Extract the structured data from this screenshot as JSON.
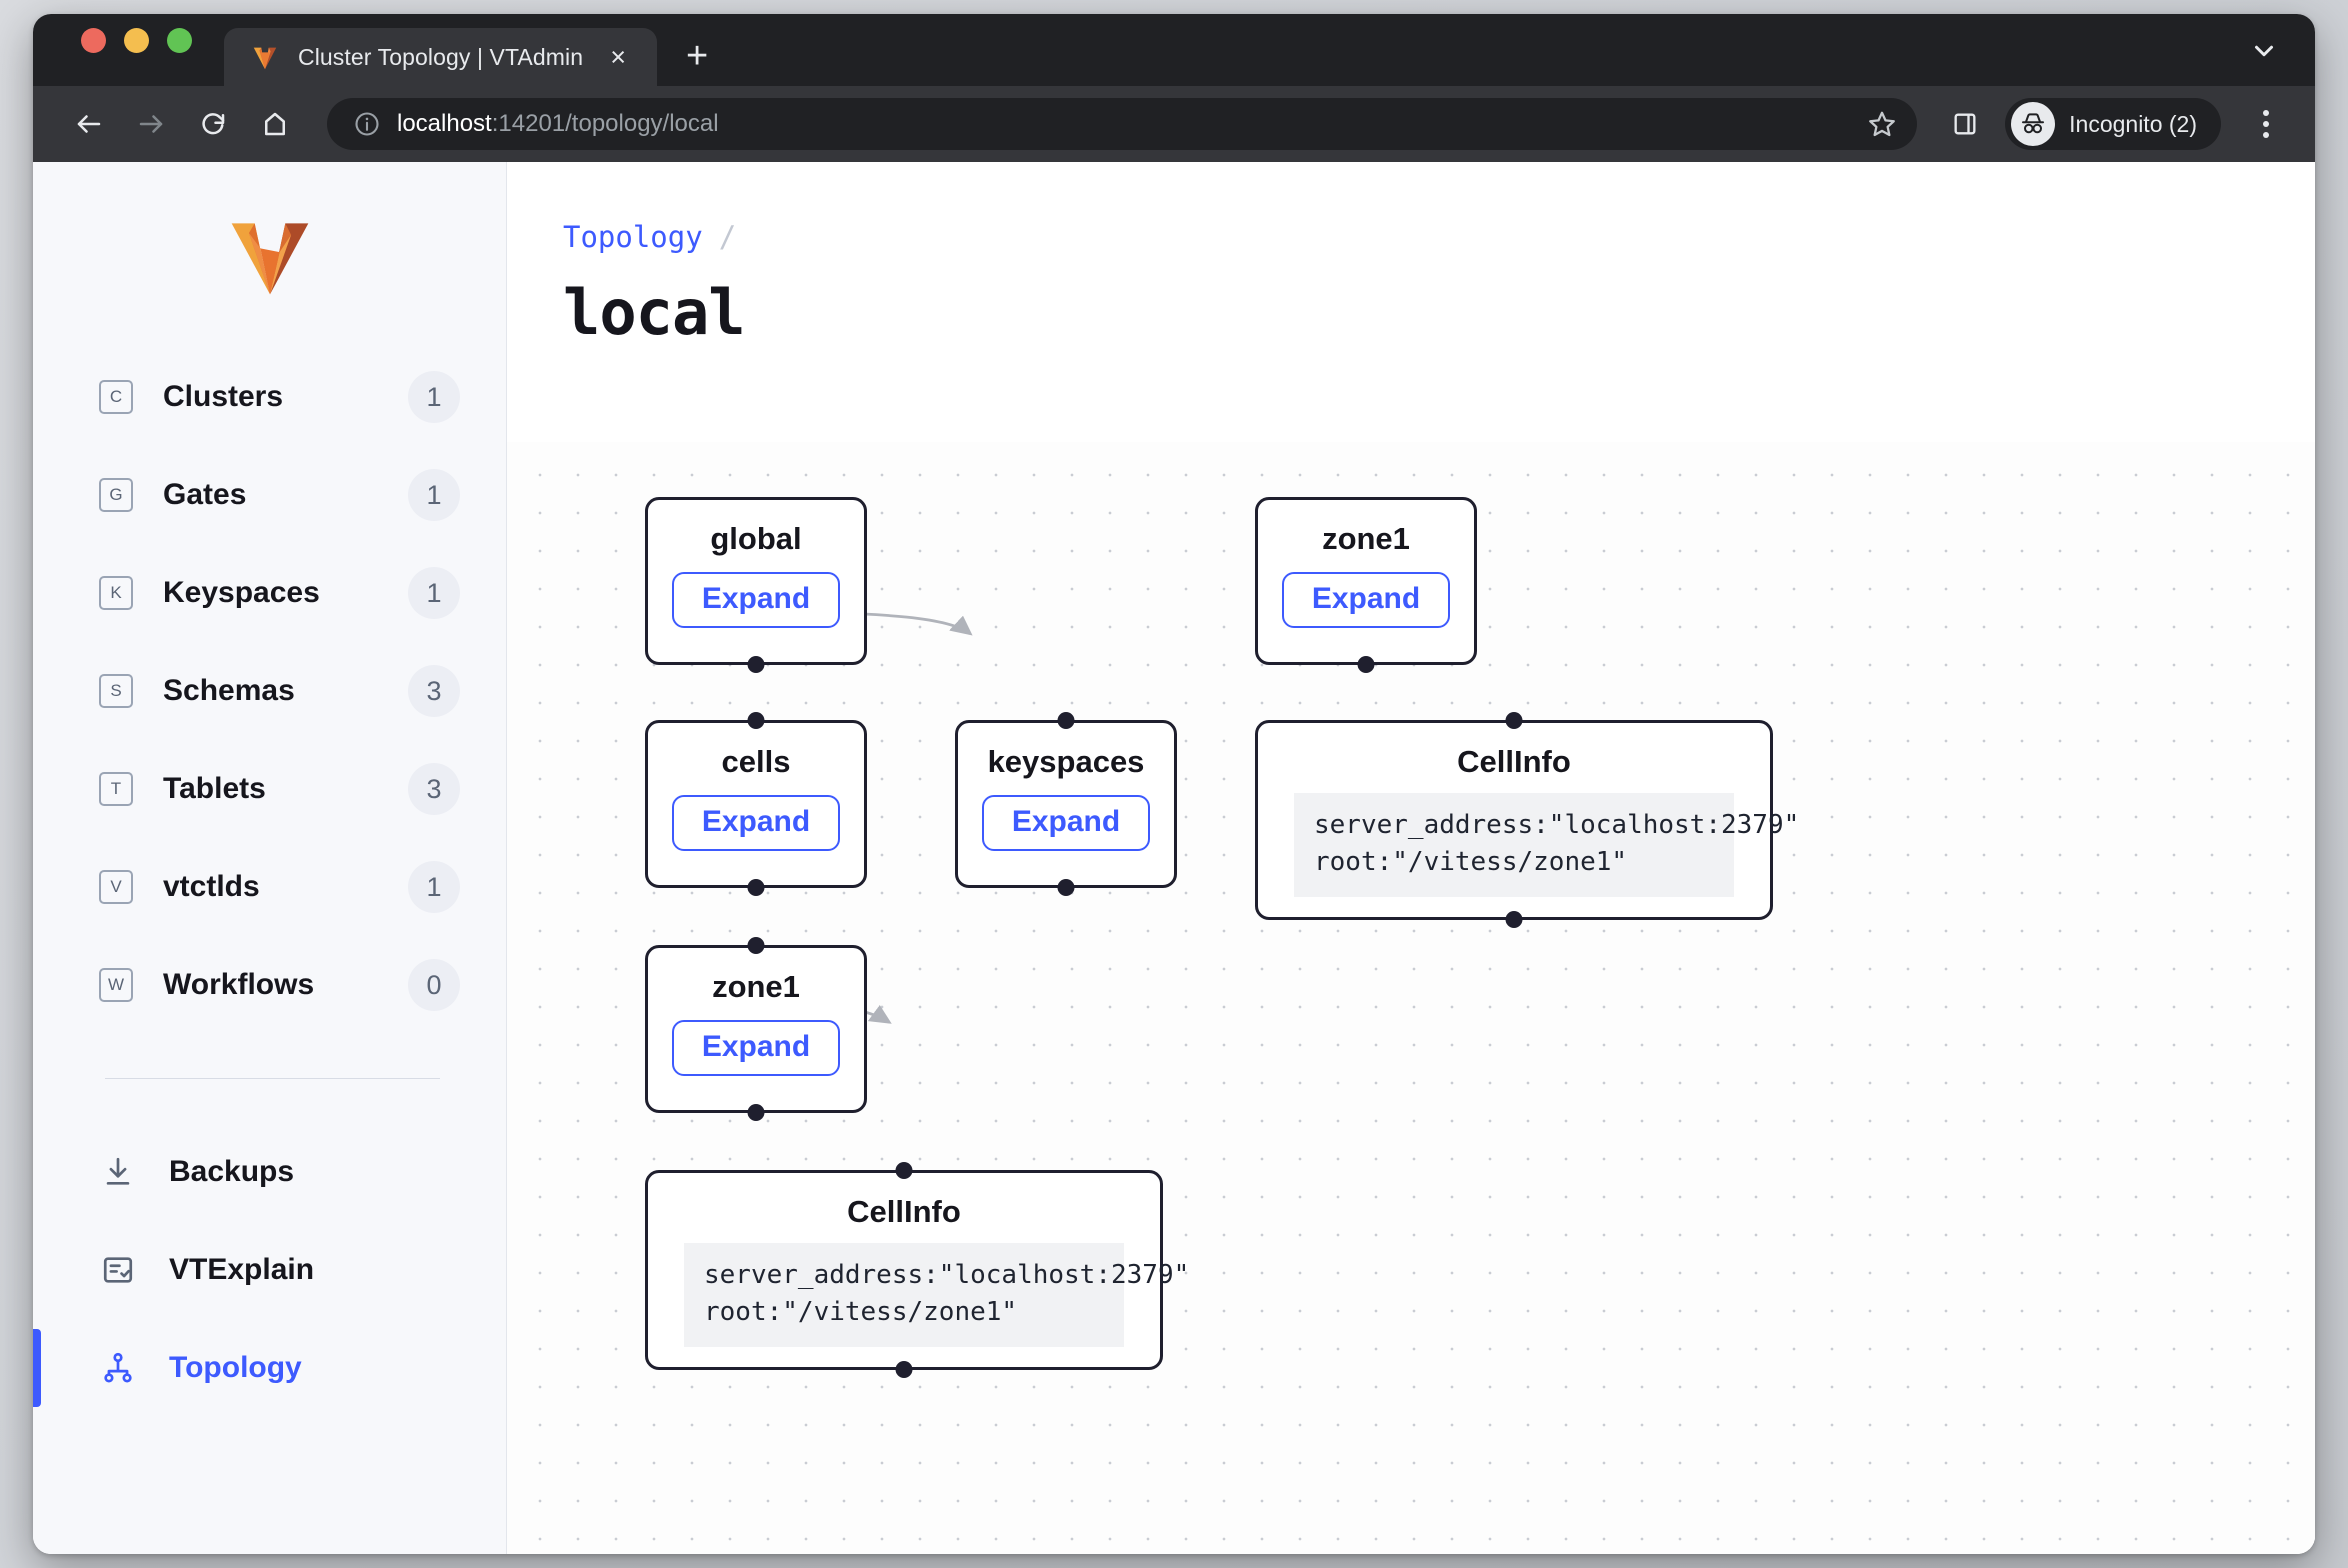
{
  "browser": {
    "tab": {
      "title": "Cluster Topology | VTAdmin",
      "favicon": "vitess-v-icon",
      "close": "×"
    },
    "new_tab": "+",
    "tab_list_icon": "chevron-down-icon",
    "nav": {
      "back": "←",
      "forward": "→",
      "reload": "⟳",
      "home": "⌂"
    },
    "omnibox": {
      "info_icon": "site-info-icon",
      "url_host": "localhost",
      "url_rest": ":14201/topology/local",
      "star_icon": "bookmark-star-icon"
    },
    "side_panel_icon": "side-panel-icon",
    "profile": {
      "icon": "incognito-icon",
      "label": "Incognito (2)"
    },
    "menu_icon": "three-dot-menu-icon"
  },
  "sidebar": {
    "logo": "vitess-logo",
    "items": [
      {
        "badge": "C",
        "label": "Clusters",
        "count": "1"
      },
      {
        "badge": "G",
        "label": "Gates",
        "count": "1"
      },
      {
        "badge": "K",
        "label": "Keyspaces",
        "count": "1"
      },
      {
        "badge": "S",
        "label": "Schemas",
        "count": "3"
      },
      {
        "badge": "T",
        "label": "Tablets",
        "count": "3"
      },
      {
        "badge": "V",
        "label": "vtctlds",
        "count": "1"
      },
      {
        "badge": "W",
        "label": "Workflows",
        "count": "0"
      }
    ],
    "tools": [
      {
        "icon": "download-icon",
        "label": "Backups",
        "active": false
      },
      {
        "icon": "list-check-icon",
        "label": "VTExplain",
        "active": false
      },
      {
        "icon": "sitemap-icon",
        "label": "Topology",
        "active": true
      }
    ]
  },
  "main": {
    "breadcrumb": {
      "root": "Topology",
      "separator": "/"
    },
    "title": "local",
    "expand_label": "Expand",
    "nodes": [
      {
        "id": "global",
        "title": "global",
        "kind": "expandable"
      },
      {
        "id": "cells",
        "title": "cells",
        "kind": "expandable"
      },
      {
        "id": "keyspaces",
        "title": "keyspaces",
        "kind": "expandable"
      },
      {
        "id": "zone1-left",
        "title": "zone1",
        "kind": "expandable"
      },
      {
        "id": "cellinfo-left",
        "title": "CellInfo",
        "kind": "info",
        "code": "server_address:\"localhost:2379\"\nroot:\"/vitess/zone1\""
      },
      {
        "id": "zone1-right",
        "title": "zone1",
        "kind": "expandable"
      },
      {
        "id": "cellinfo-right",
        "title": "CellInfo",
        "kind": "info",
        "code": "server_address:\"localhost:2379\"\nroot:\"/vitess/zone1\""
      }
    ]
  },
  "colors": {
    "accent": "#3d5afe",
    "node_border": "#1f1f2e",
    "edge": "#b0b3ba",
    "sidebar_bg": "#f7f8fb",
    "logo_orange": "#e8833a"
  }
}
